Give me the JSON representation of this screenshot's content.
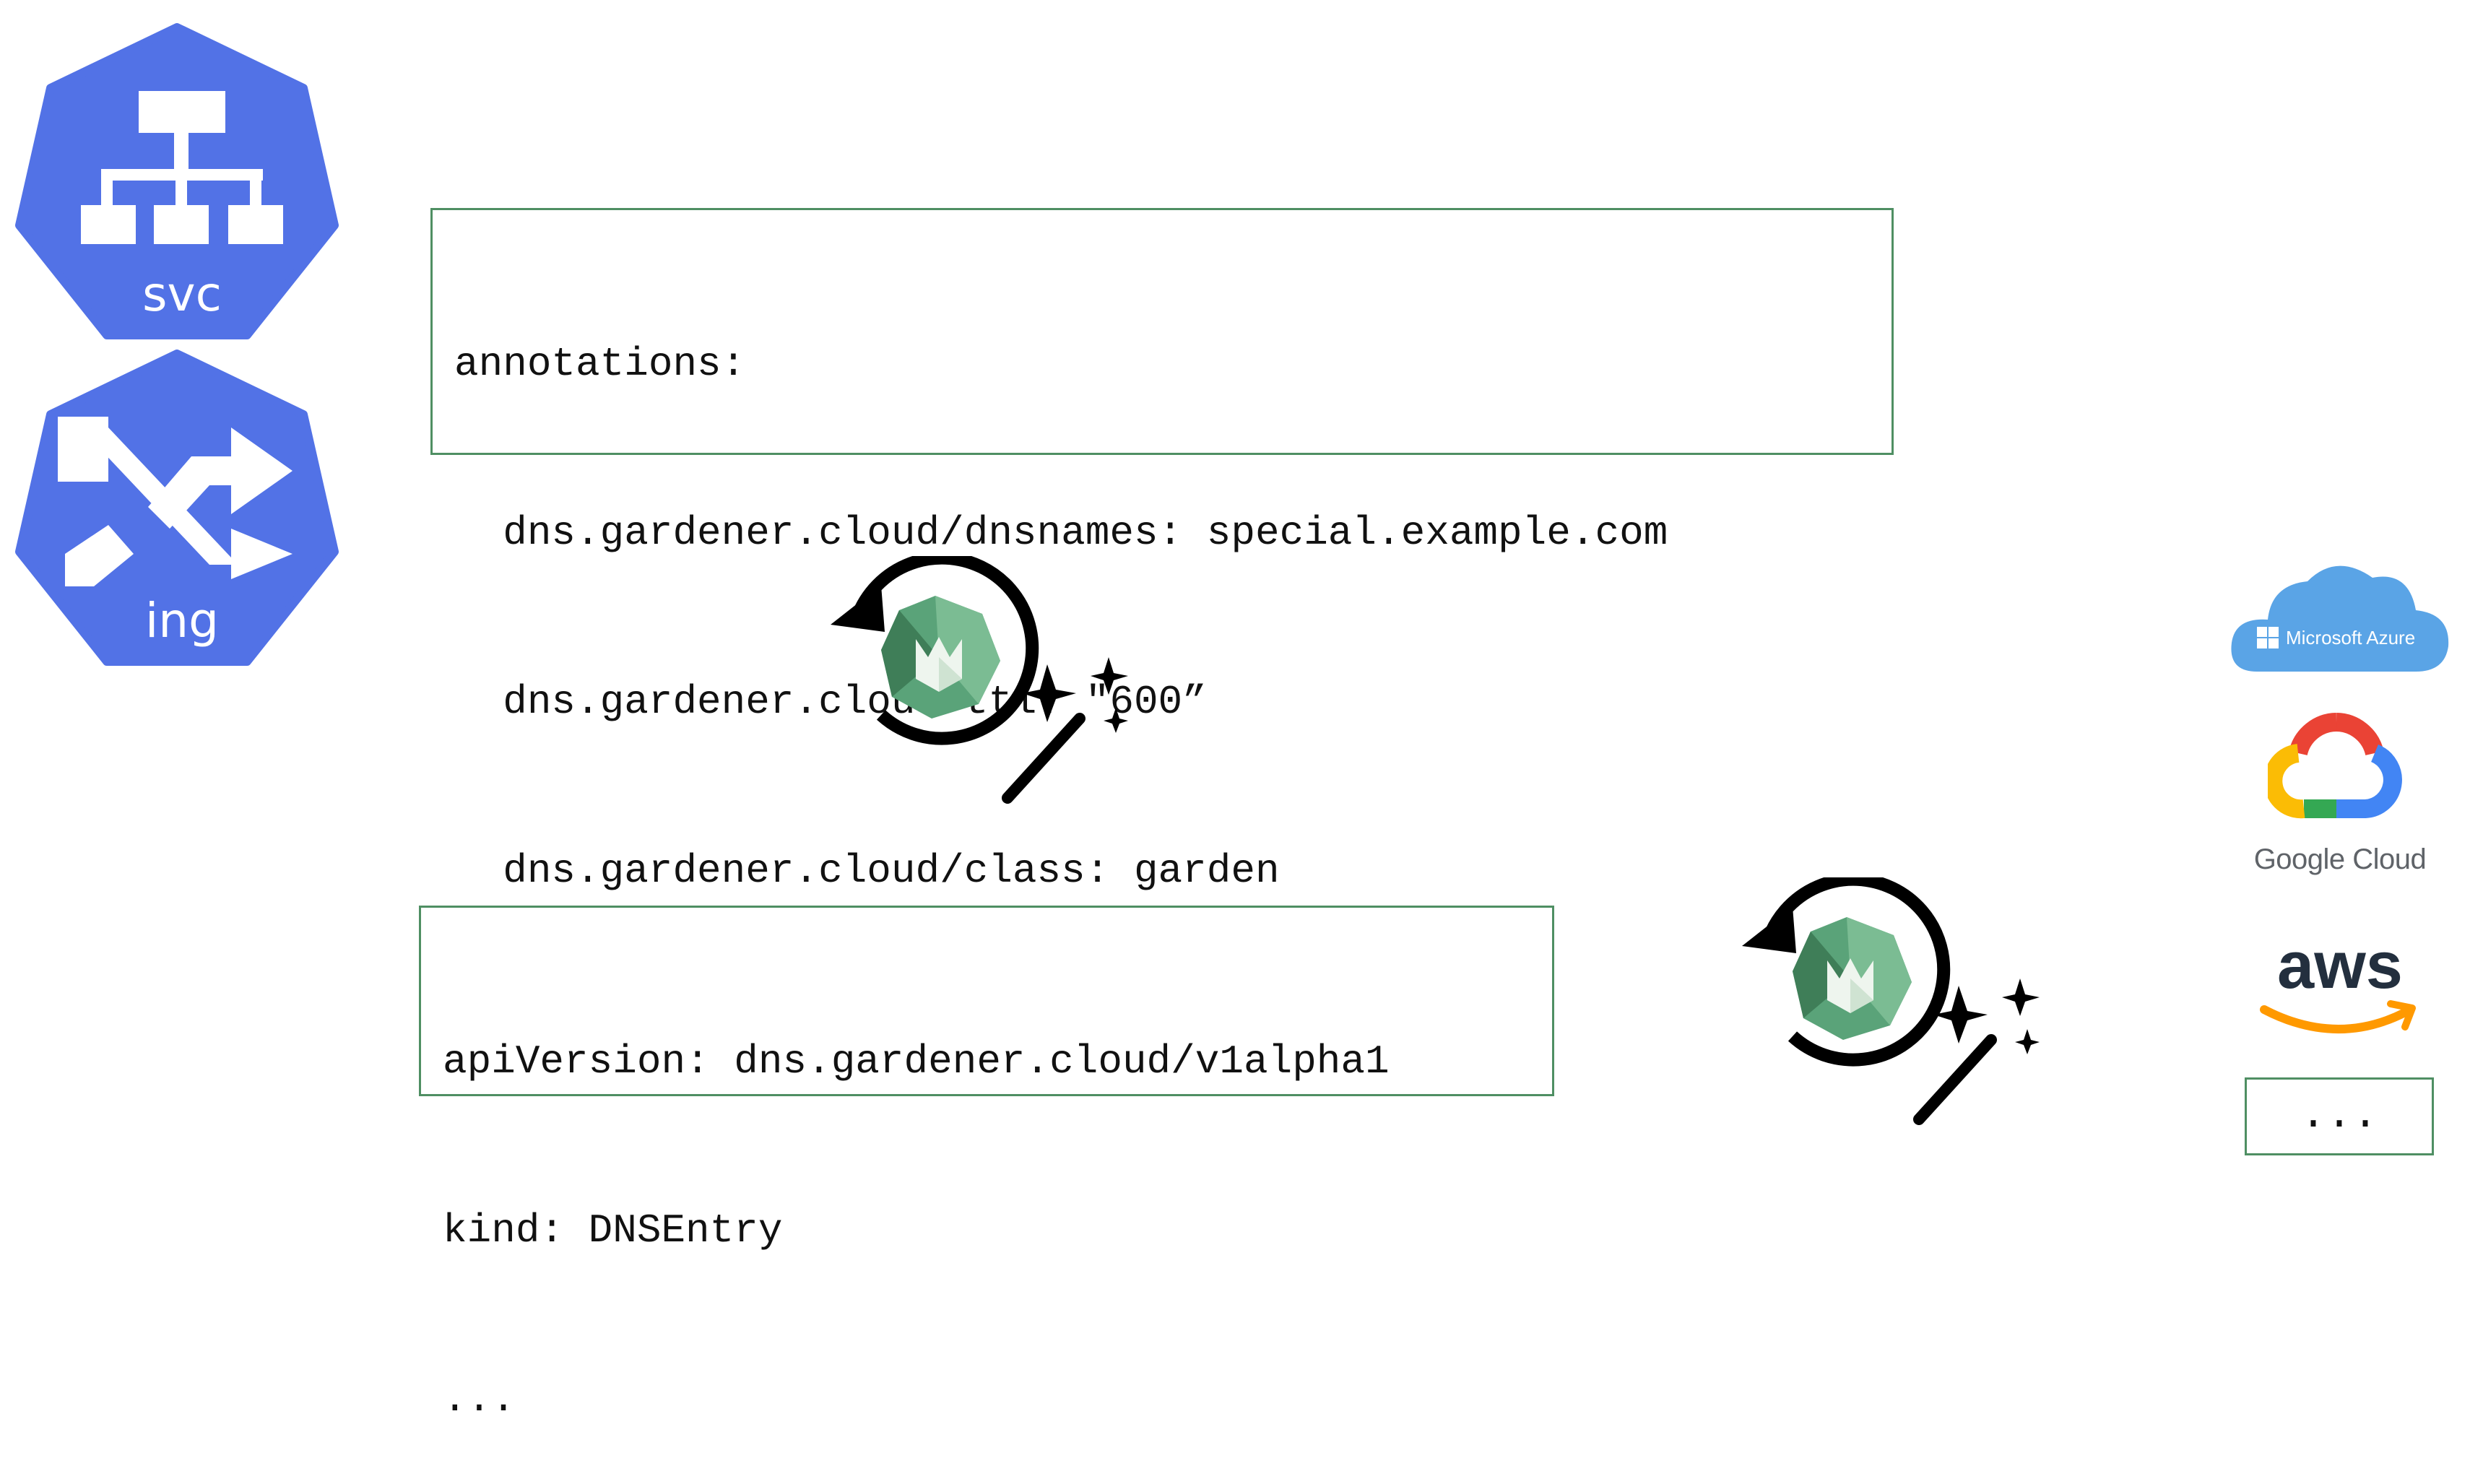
{
  "resources": {
    "service": {
      "label": "svc",
      "icon": "service-network-icon"
    },
    "ingress": {
      "label": "ing",
      "icon": "ingress-arrows-icon"
    }
  },
  "annotations_box": {
    "lines": [
      "annotations:",
      "  dns.gardener.cloud/dnsnames: special.example.com",
      "  dns.gardener.cloud/ttl: \"600”",
      "  dns.gardener.cloud/class: garden"
    ]
  },
  "dnsentry_box": {
    "lines": [
      "apiVersion: dns.gardener.cloud/v1alpha1",
      "kind: DNSEntry",
      "..."
    ]
  },
  "controllers": [
    {
      "icon": "gardener-reconcile-icon"
    },
    {
      "icon": "gardener-reconcile-icon"
    }
  ],
  "providers": {
    "azure": {
      "label": "Microsoft Azure",
      "icon": "azure-cloud-icon"
    },
    "google": {
      "label": "Google Cloud",
      "icon": "google-cloud-icon"
    },
    "aws": {
      "label": "aws",
      "icon": "aws-logo-icon"
    },
    "more": {
      "label": "..."
    }
  },
  "colors": {
    "k8s_blue": "#5272e6",
    "box_border": "#4f8f63",
    "gardener_green": "#5aa379"
  }
}
